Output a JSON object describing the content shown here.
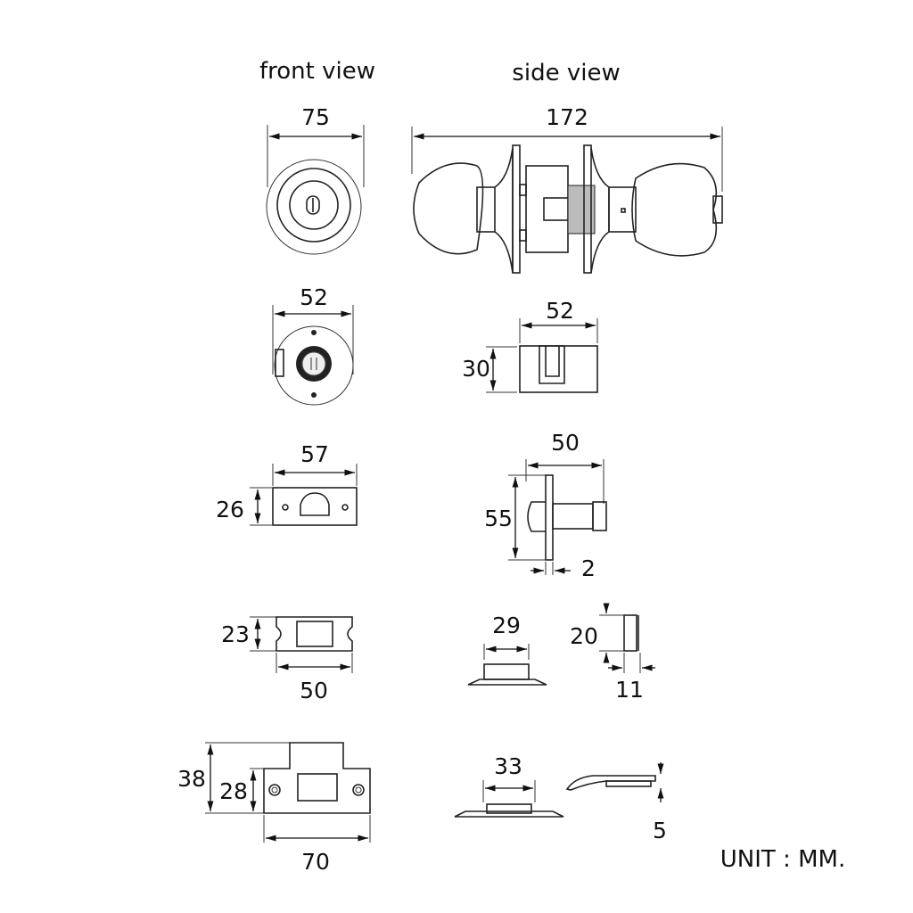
{
  "titles": {
    "front_view": "front view",
    "side_view": "side view"
  },
  "dimensions": {
    "knob_front_width": "75",
    "knob_side_length": "172",
    "rose_front_width": "52",
    "latch_case_width": "52",
    "latch_case_height": "30",
    "faceplate_width": "57",
    "faceplate_height": "26",
    "latch_backset": "50",
    "latch_height": "55",
    "faceplate_thickness": "2",
    "strike_box_height": "23",
    "strike_box_width": "50",
    "strike_box_side_width": "29",
    "strike_box_depth_height": "20",
    "strike_box_depth": "11",
    "strike_height_outer": "38",
    "strike_height_inner": "28",
    "strike_width": "70",
    "strike_side_width": "33",
    "strike_lip": "5"
  },
  "unit_label": "UNIT : MM."
}
